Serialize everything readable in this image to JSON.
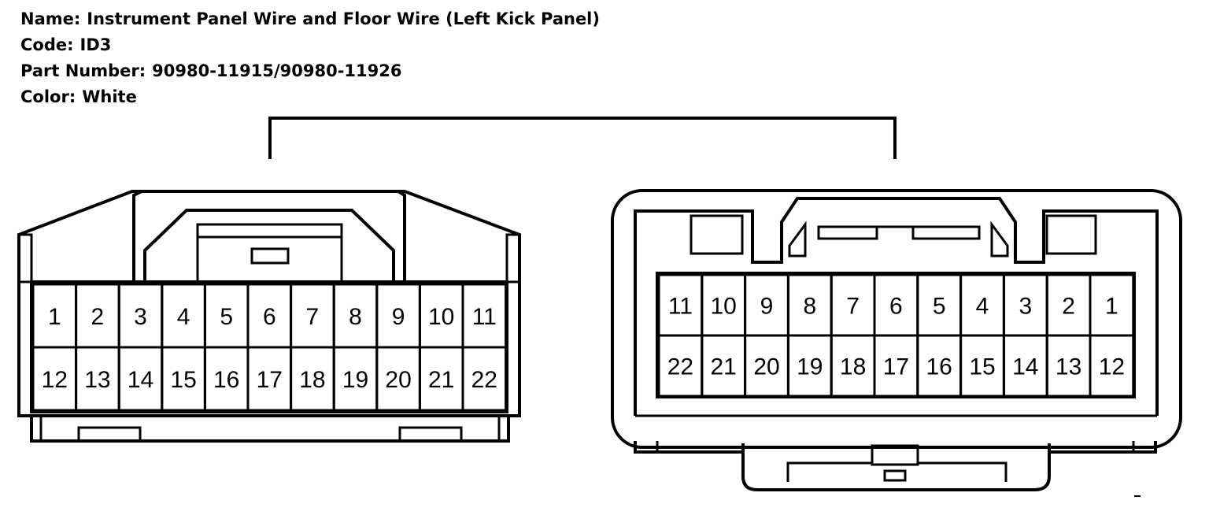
{
  "info": {
    "name_label": "Name:",
    "name_value": "Instrument Panel Wire and Floor Wire (Left Kick Panel)",
    "code_label": "Code:",
    "code_value": "ID3",
    "part_label": "Part Number:",
    "part_value": "90980-11915/90980-11926",
    "color_label": "Color:",
    "color_value": "White"
  },
  "left_connector": {
    "top_row": [
      "1",
      "2",
      "3",
      "4",
      "5",
      "6",
      "7",
      "8",
      "9",
      "10",
      "11"
    ],
    "bottom_row": [
      "12",
      "13",
      "14",
      "15",
      "16",
      "17",
      "18",
      "19",
      "20",
      "21",
      "22"
    ]
  },
  "right_connector": {
    "top_row": [
      "11",
      "10",
      "9",
      "8",
      "7",
      "6",
      "5",
      "4",
      "3",
      "2",
      "1"
    ],
    "bottom_row": [
      "22",
      "21",
      "20",
      "19",
      "18",
      "17",
      "16",
      "15",
      "14",
      "13",
      "12"
    ]
  },
  "colors": {
    "line": "#000000",
    "background": "#ffffff"
  }
}
